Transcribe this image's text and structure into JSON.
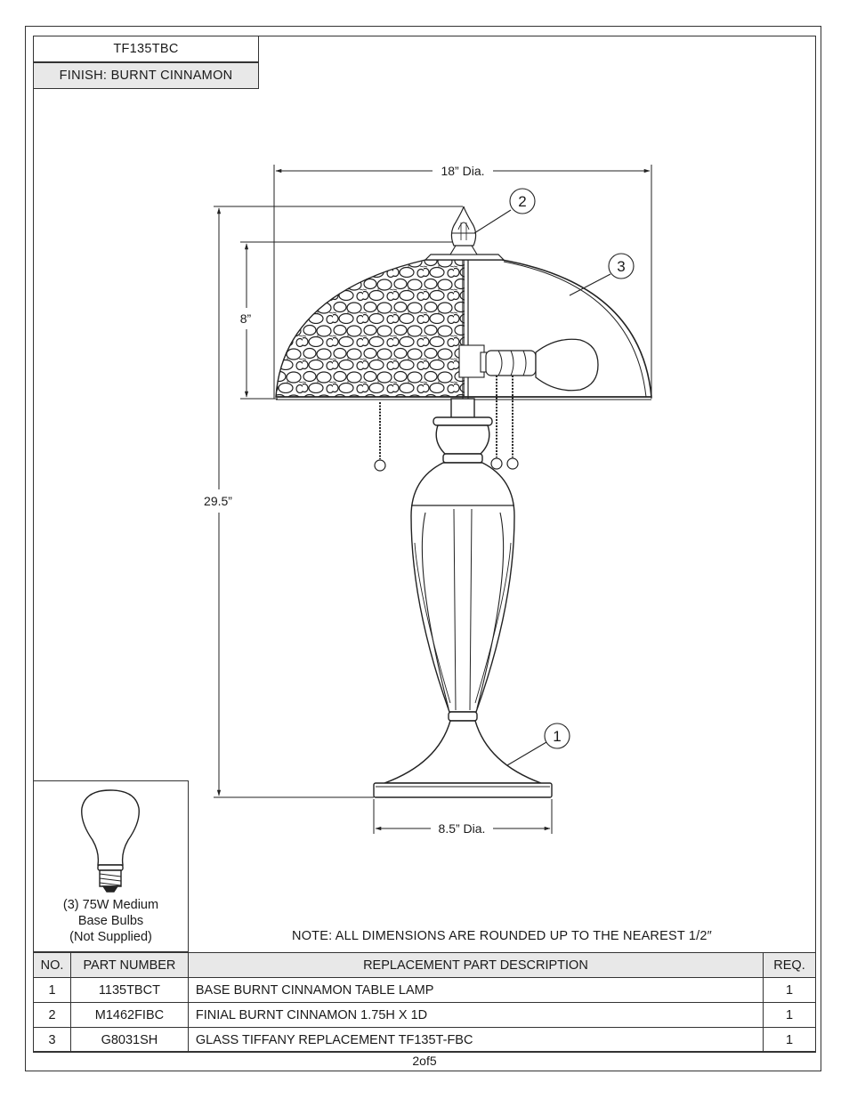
{
  "header": {
    "model": "TF135TBC",
    "finish": "FINISH: BURNT CINNAMON"
  },
  "dimensions": {
    "shade_diameter": "18” Dia.",
    "shade_height": "8”",
    "total_height": "29.5”",
    "base_diameter": "8.5” Dia."
  },
  "callouts": [
    "2",
    "3",
    "1"
  ],
  "bulb": {
    "line1": "(3) 75W Medium",
    "line2": "Base Bulbs",
    "line3": "(Not Supplied)"
  },
  "note": "NOTE:  ALL DIMENSIONS ARE ROUNDED UP TO THE NEAREST  1/2″",
  "table": {
    "headers": [
      "NO.",
      "PART NUMBER",
      "REPLACEMENT PART DESCRIPTION",
      "REQ."
    ],
    "rows": [
      [
        "1",
        "1135TBCT",
        "BASE BURNT CINNAMON TABLE LAMP",
        "1"
      ],
      [
        "2",
        "M1462FIBC",
        "FINIAL  BURNT CINNAMON  1.75H X 1D",
        "1"
      ],
      [
        "3",
        "G8031SH",
        "GLASS TIFFANY REPLACEMENT TF135T-FBC",
        "1"
      ]
    ]
  },
  "page": "2of5"
}
